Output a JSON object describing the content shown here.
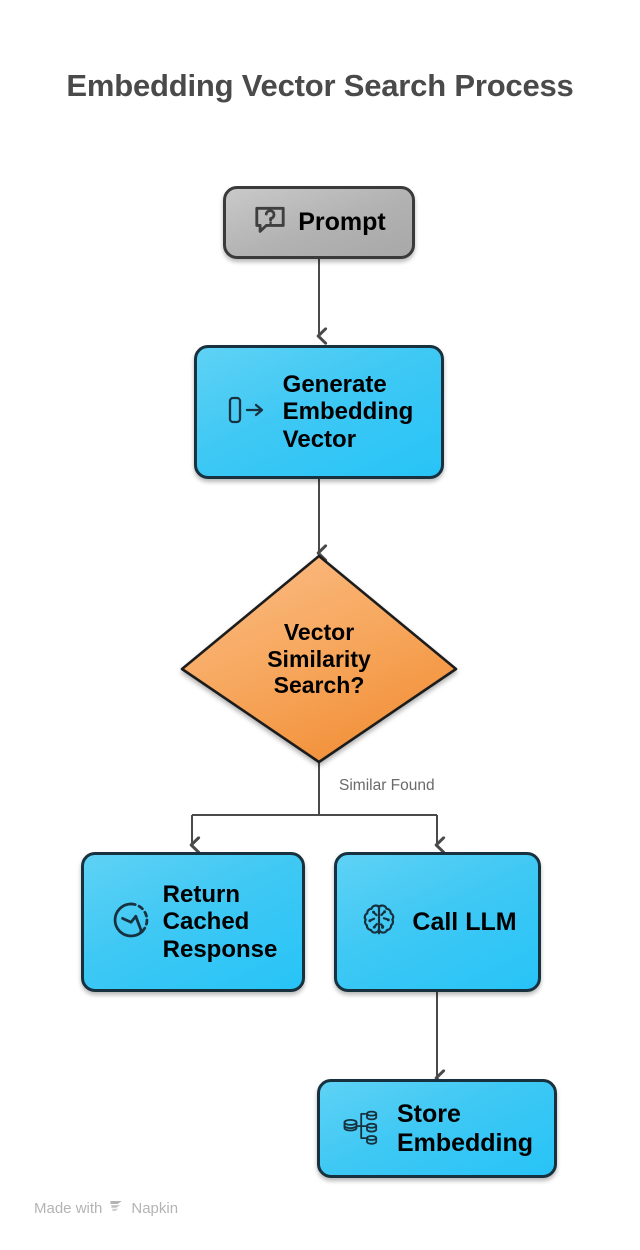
{
  "title": "Embedding Vector Search Process",
  "colors": {
    "title": "#4a4a4a",
    "node_blue_fill": "#3fc8f4",
    "node_blue_border": "#17313f",
    "node_gray_fill": "#b8b8b8",
    "node_gray_border": "#3a3a3a",
    "decision_fill": "#f5a košice",
    "decision_orange_light": "#f9b475",
    "decision_orange_dark": "#f59641",
    "decision_border": "#1f1f1f",
    "connector": "#4a4a4a",
    "edge_label": "#6a6a6a",
    "watermark": "#b4b4b4",
    "background": "#ffffff"
  },
  "nodes": [
    {
      "id": "prompt",
      "label": "Prompt",
      "shape": "rounded-rect",
      "style": "gray",
      "icon": "question-speech-bubble-icon"
    },
    {
      "id": "generate-embedding-vector",
      "label": "Generate\nEmbedding\nVector",
      "shape": "rounded-rect",
      "style": "blue",
      "icon": "text-to-vector-arrow-icon"
    },
    {
      "id": "vector-similarity-search",
      "label": "Vector\nSimilarity\nSearch?",
      "shape": "diamond",
      "style": "orange",
      "icon": null
    },
    {
      "id": "return-cached-response",
      "label": "Return\nCached\nResponse",
      "shape": "rounded-rect",
      "style": "blue",
      "icon": "cache-clock-icon"
    },
    {
      "id": "call-llm",
      "label": "Call LLM",
      "shape": "rounded-rect",
      "style": "blue",
      "icon": "brain-icon"
    },
    {
      "id": "store-embedding",
      "label": "Store\nEmbedding",
      "shape": "rounded-rect",
      "style": "blue",
      "icon": "database-branch-icon"
    }
  ],
  "edges": [
    {
      "from": "prompt",
      "to": "generate-embedding-vector",
      "label": ""
    },
    {
      "from": "generate-embedding-vector",
      "to": "vector-similarity-search",
      "label": ""
    },
    {
      "from": "vector-similarity-search",
      "to": "return-cached-response",
      "label": "Similar Found"
    },
    {
      "from": "vector-similarity-search",
      "to": "call-llm",
      "label": ""
    },
    {
      "from": "call-llm",
      "to": "store-embedding",
      "label": ""
    }
  ],
  "edge_labels": {
    "similar_found": "Similar Found"
  },
  "watermark": {
    "text_prefix": "Made with",
    "brand": "Napkin",
    "mark": "napkin-logo-icon"
  }
}
